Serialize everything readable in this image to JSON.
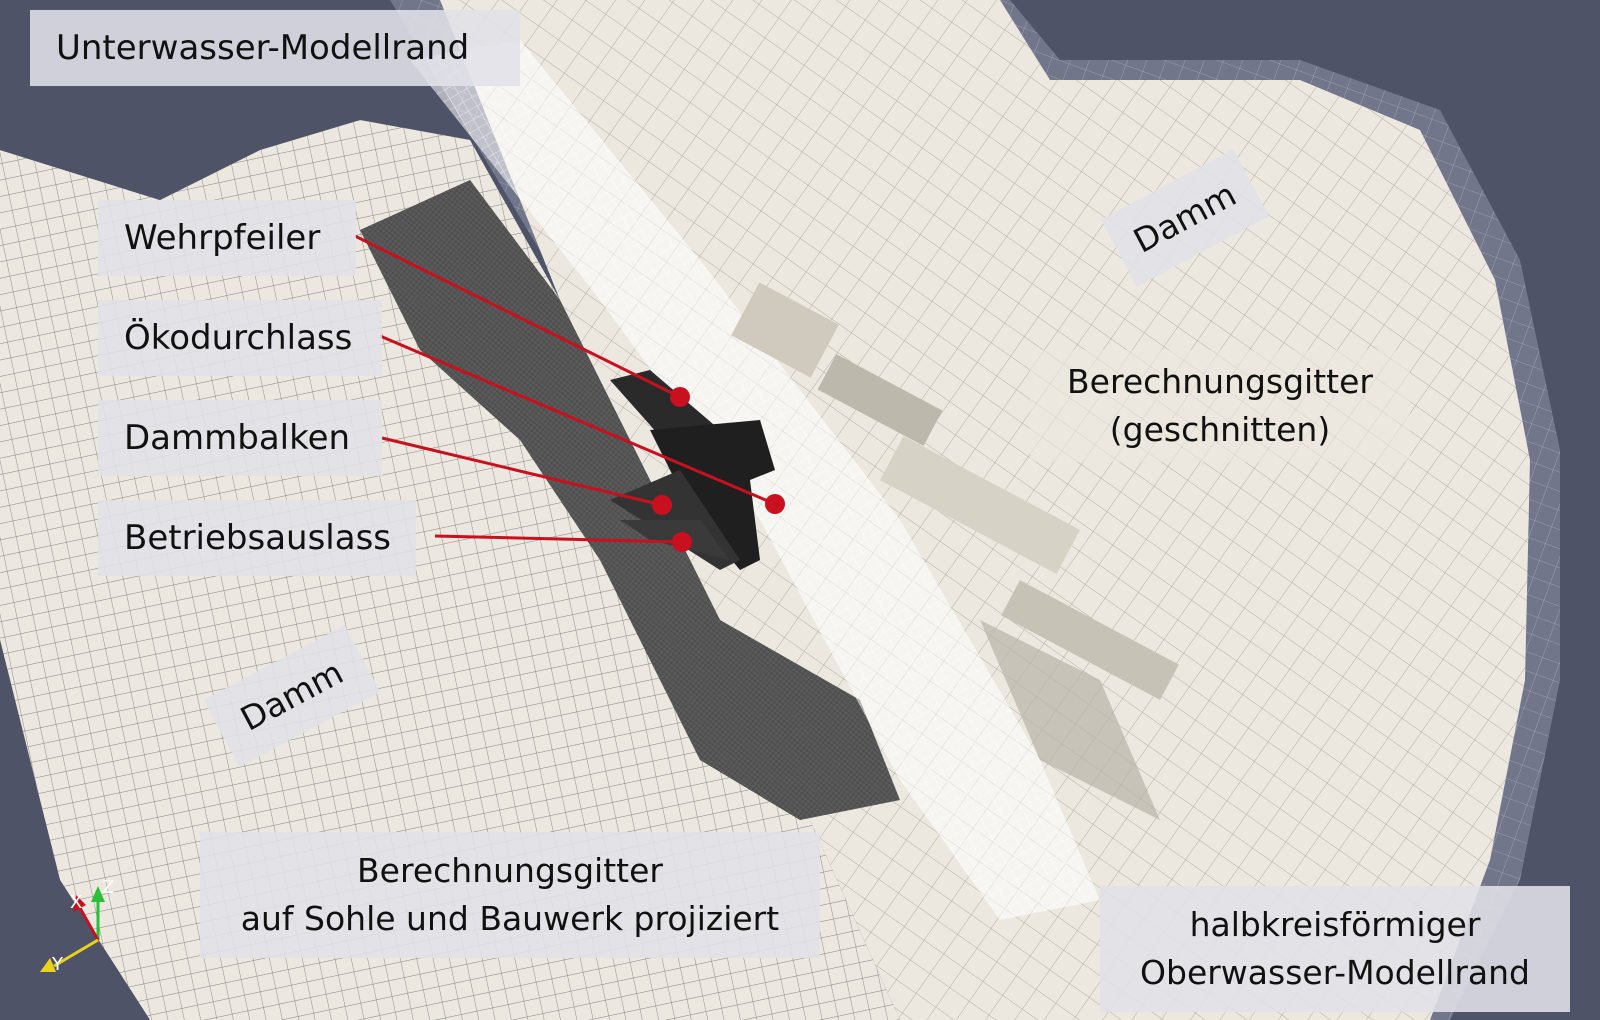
{
  "labels": {
    "downstream_boundary": "Unterwasser-Modellrand",
    "pier": "Wehrpfeiler",
    "eco_passage": "Ökodurchlass",
    "stoplog": "Dammbalken",
    "operating_outlet": "Betriebsauslass",
    "dam_left": "Damm",
    "dam_right": "Damm",
    "mesh_cut_line1": "Berechnungsgitter",
    "mesh_cut_line2": "(geschnitten)",
    "mesh_projected_line1": "Berechnungsgitter",
    "mesh_projected_line2": "auf Sohle und Bauwerk projiziert",
    "upstream_boundary_line1": "halbkreisförmiger",
    "upstream_boundary_line2": "Oberwasser-Modellrand"
  },
  "axes": {
    "x": "X",
    "y": "Y",
    "z": "Z"
  },
  "colors": {
    "background": "#4f5368",
    "mesh_fill": "#ece8df",
    "mesh_line": "#4a4a4a",
    "structure": "#2e2e2e",
    "leader": "#c8101e"
  }
}
